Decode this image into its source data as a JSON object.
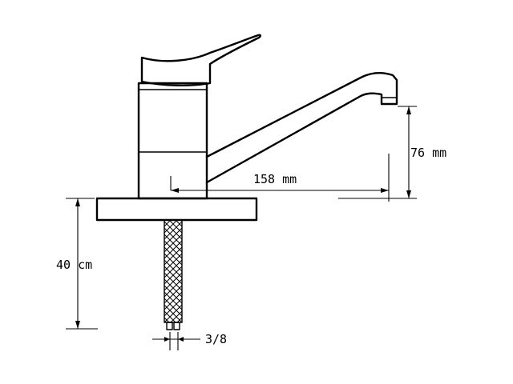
{
  "diagram": {
    "dimensions": {
      "spout_reach": "158 mm",
      "spout_height": "76 mm",
      "hose_length": "40 cm",
      "connection_size": "3/8"
    },
    "colors": {
      "line": "#000000",
      "background": "#ffffff"
    }
  }
}
